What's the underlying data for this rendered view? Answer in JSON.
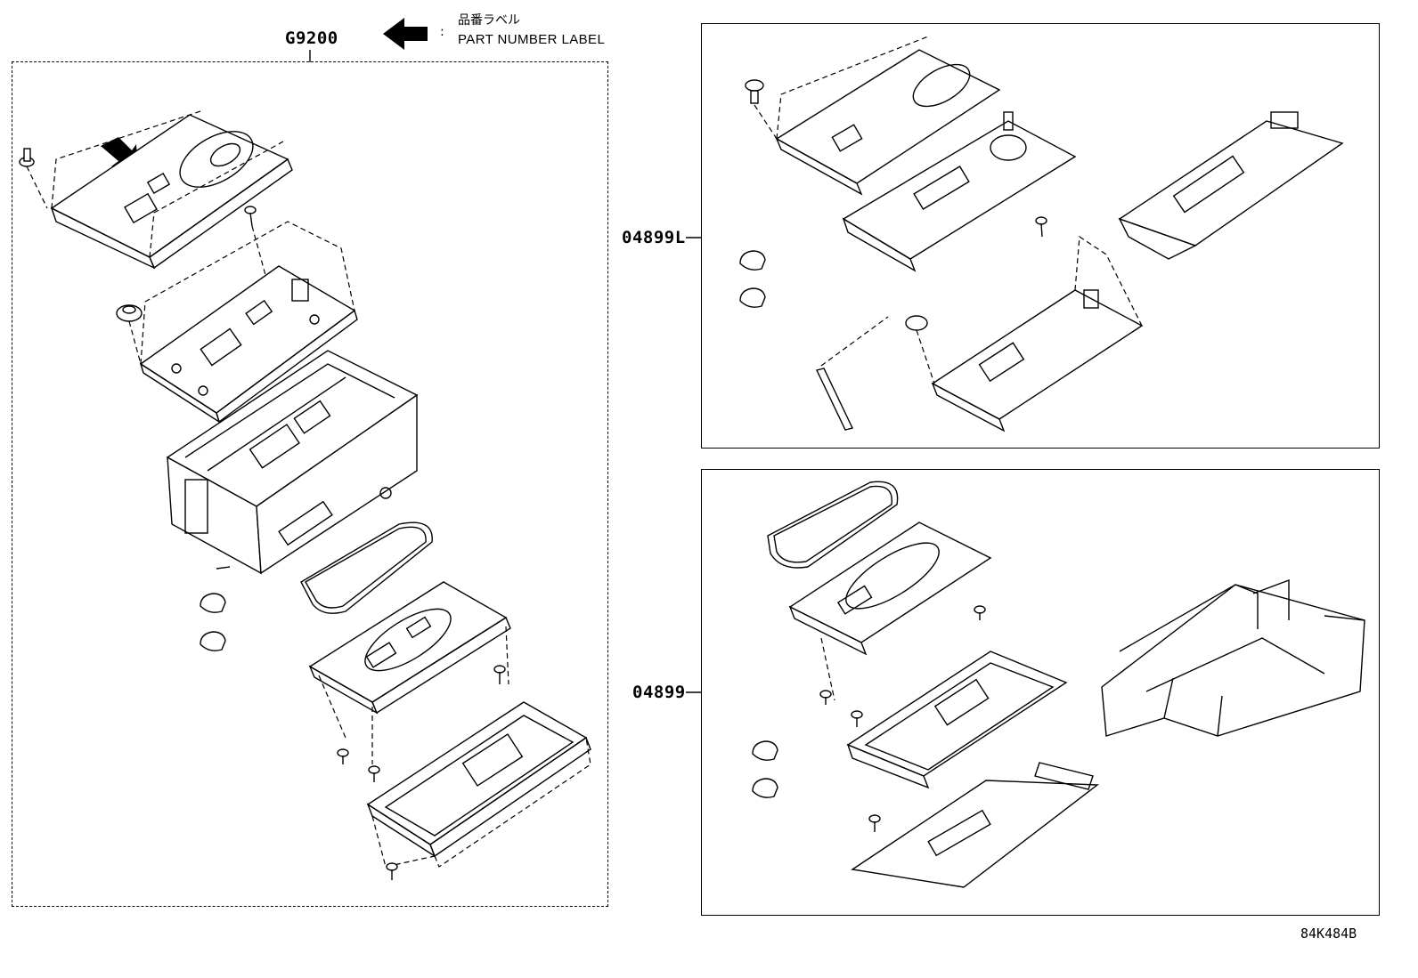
{
  "legend": {
    "label_jp": "品番ラベル",
    "label_en": "PART NUMBER LABEL",
    "colon": ":",
    "arrow_icon": "left-arrow-icon"
  },
  "assemblies": {
    "main": {
      "code": "G9200"
    },
    "upper_kit": {
      "code": "04899L"
    },
    "lower_kit": {
      "code": "04899"
    }
  },
  "figure_ref": "84K484B"
}
